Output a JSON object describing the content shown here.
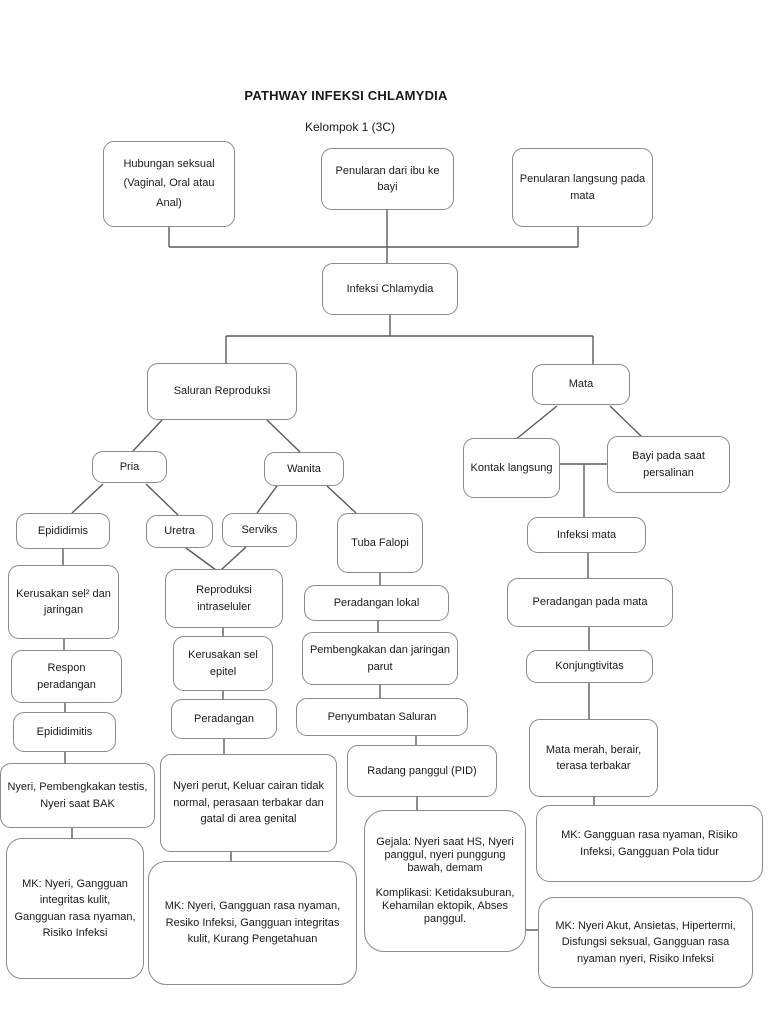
{
  "header": {
    "title": "PATHWAY INFEKSI CHLAMYDIA",
    "subtitle": "Kelompok 1 (3C)"
  },
  "colors": {
    "background": "#ffffff",
    "box_border": "#8a8a8a",
    "connector": "#5a5a5a",
    "text": "#1a1a1a"
  },
  "nodes": {
    "hubungan_seksual": "Hubungan seksual\n(Vaginal, Oral atau Anal)",
    "penularan_ibu": "Penularan dari ibu ke bayi",
    "penularan_langsung": "Penularan langsung pada mata",
    "infeksi_chlamydia": "Infeksi Chlamydia",
    "saluran_reproduksi": "Saluran Reproduksi",
    "mata": "Mata",
    "pria": "Pria",
    "wanita": "Wanita",
    "epididimis": "Epididimis",
    "uretra": "Uretra",
    "serviks": "Serviks",
    "tuba_falopi": "Tuba Falopi",
    "kerusakan_sel": "Kerusakan sel² dan jaringan",
    "respon_peradangan": "Respon peradangan",
    "epididimitis": "Epididimitis",
    "reproduksi_intraseluler": "Reproduksi intraseluler",
    "kerusakan_sel_epitel": "Kerusakan sel epitel",
    "peradangan": "Peradangan",
    "peradangan_lokal": "Peradangan lokal",
    "pembengkakan": "Pembengkakan dan jaringan parut",
    "penyumbatan_saluran": "Penyumbatan Saluran",
    "radang_panggul": "Radang panggul (PID)",
    "kontak_langsung": "Kontak langsung",
    "bayi_persalinan": "Bayi pada saat persalinan",
    "infeksi_mata": "Infeksi mata",
    "peradangan_mata": "Peradangan pada mata",
    "konjungtivitas": "Konjungtivitas",
    "nyeri_bak": "Nyeri, Pembengkakan testis, Nyeri saat BAK",
    "mk_epididimis": "MK: Nyeri, Gangguan integritas kulit, Gangguan rasa nyaman, Risiko Infeksi",
    "nyeri_perut": "Nyeri perut, Keluar cairan tidak normal, perasaan terbakar dan gatal di area genital",
    "mk_genital": "MK: Nyeri, Gangguan rasa nyaman, Resiko Infeksi, Gangguan integritas kulit, Kurang Pengetahuan",
    "gejala_komplikasi": "Gejala: Nyeri saat HS, Nyeri panggul, nyeri punggung bawah, demam\n\nKomplikasi: Ketidaksuburan, Kehamilan ektopik, Abses panggul.",
    "mata_merah": "Mata merah, berair, terasa terbakar",
    "mk_mata": "MK: Gangguan rasa nyaman, Risiko Infeksi, Gangguan Pola tidur",
    "mk_pid": "MK: Nyeri Akut, Ansietas, Hipertermi, Disfungsi seksual, Gangguan rasa nyaman nyeri, Risiko Infeksi"
  }
}
